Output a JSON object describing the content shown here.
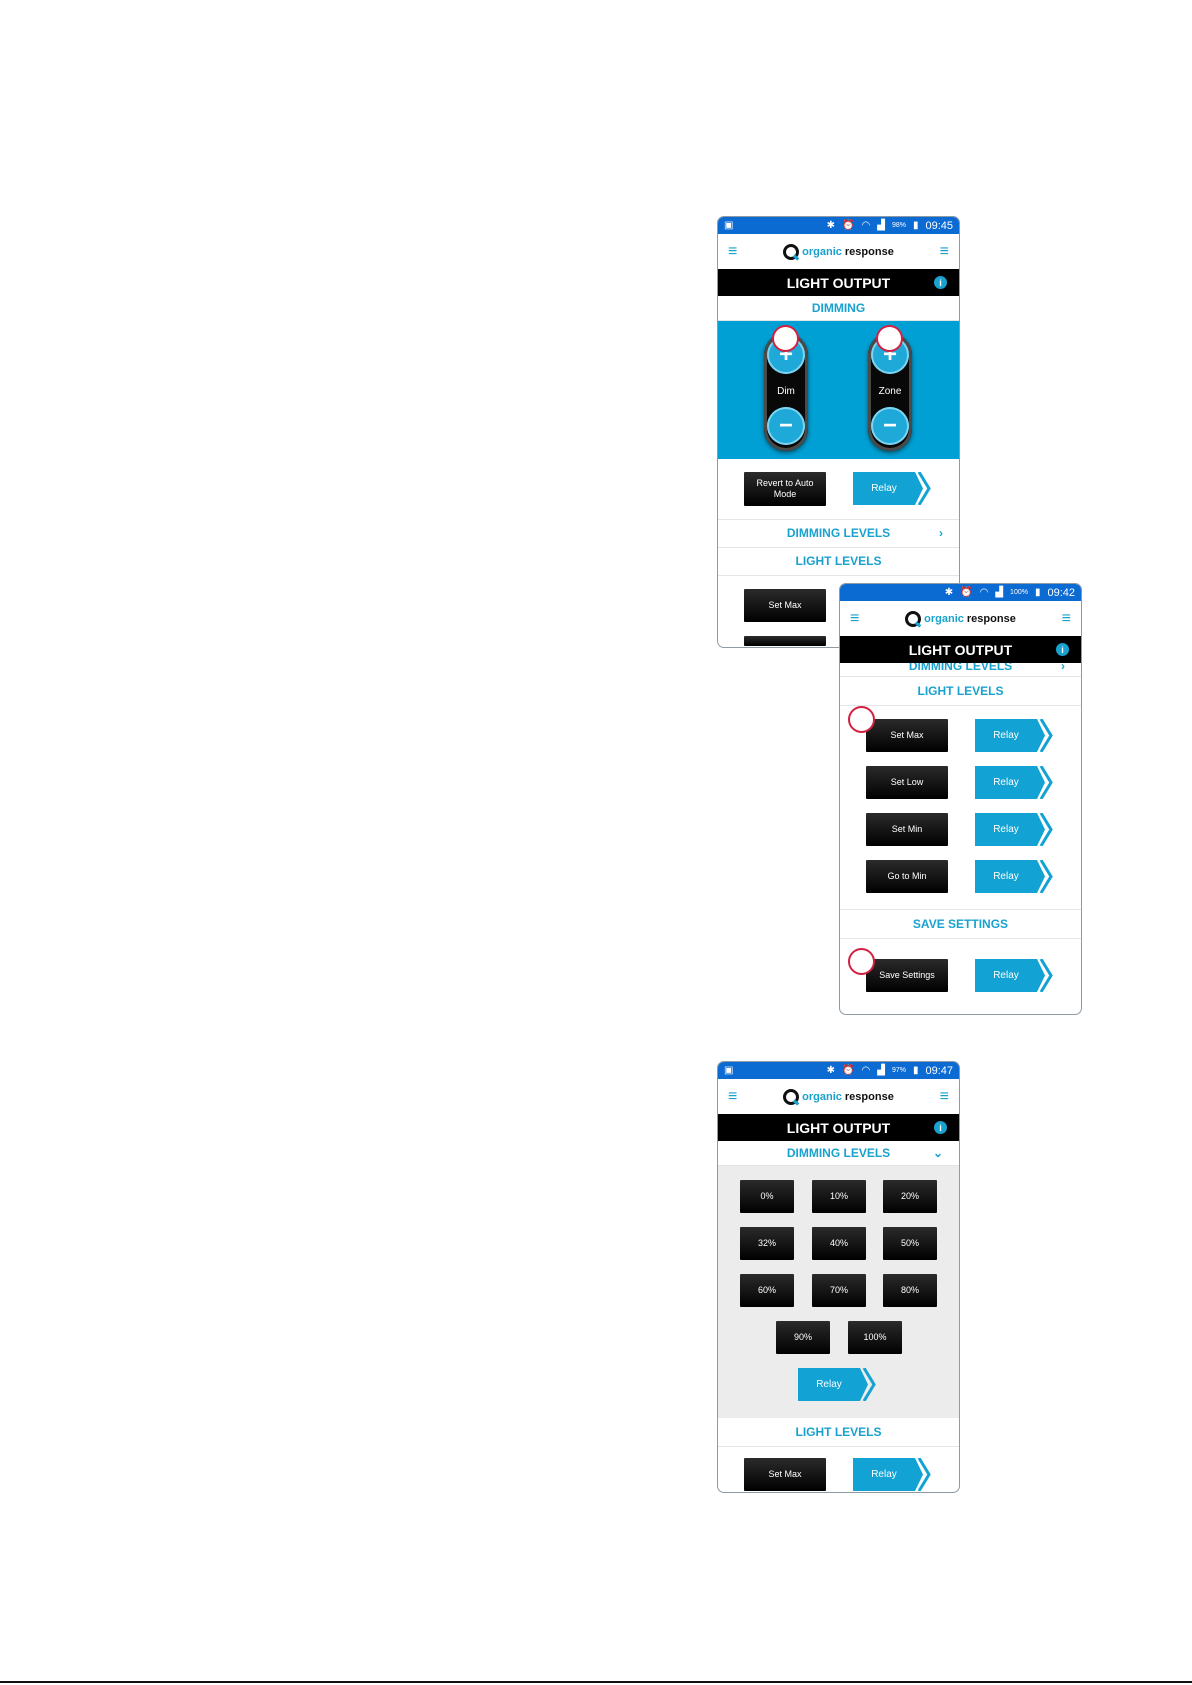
{
  "status_top": {
    "battery": "98%",
    "time": "09:45"
  },
  "status_mid": {
    "battery": "100%",
    "time": "09:42"
  },
  "status_bottom": {
    "battery": "97%",
    "time": "09:47"
  },
  "logo": {
    "organic": "organic",
    "response": "response"
  },
  "title": "LIGHT OUTPUT",
  "info_glyph": "i",
  "icons": {
    "menu": "menu-icon",
    "info": "info-icon",
    "bluetooth": "bluetooth-icon",
    "alarm": "alarm-icon",
    "wifi": "wifi-icon",
    "signal": "signal-icon",
    "battery": "battery-icon"
  },
  "colors": {
    "accent": "#00a0d4",
    "status_bar": "#0b6bd3",
    "callout": "#d32040",
    "black_button": "#000000"
  },
  "screen1": {
    "dimming_header": "DIMMING",
    "dim_label": "Dim",
    "zone_label": "Zone",
    "plus": "+",
    "minus": "−",
    "revert_button": "Revert to Auto Mode",
    "relay": "Relay",
    "dimming_levels": "DIMMING LEVELS",
    "light_levels": "LIGHT LEVELS",
    "set_max": "Set Max"
  },
  "screen2": {
    "dimming_levels": "DIMMING LEVELS",
    "light_levels": "LIGHT LEVELS",
    "rows": [
      {
        "label": "Set Max",
        "relay": "Relay"
      },
      {
        "label": "Set Low",
        "relay": "Relay"
      },
      {
        "label": "Set Min",
        "relay": "Relay"
      },
      {
        "label": "Go to Min",
        "relay": "Relay"
      }
    ],
    "save_header": "SAVE SETTINGS",
    "save_button": "Save Settings",
    "save_relay": "Relay"
  },
  "screen3": {
    "dimming_levels": "DIMMING LEVELS",
    "levels": [
      "0%",
      "10%",
      "20%",
      "32%",
      "40%",
      "50%",
      "60%",
      "70%",
      "80%",
      "90%",
      "100%"
    ],
    "relay": "Relay",
    "light_levels": "LIGHT LEVELS",
    "set_max": "Set Max",
    "relay2": "Relay"
  }
}
